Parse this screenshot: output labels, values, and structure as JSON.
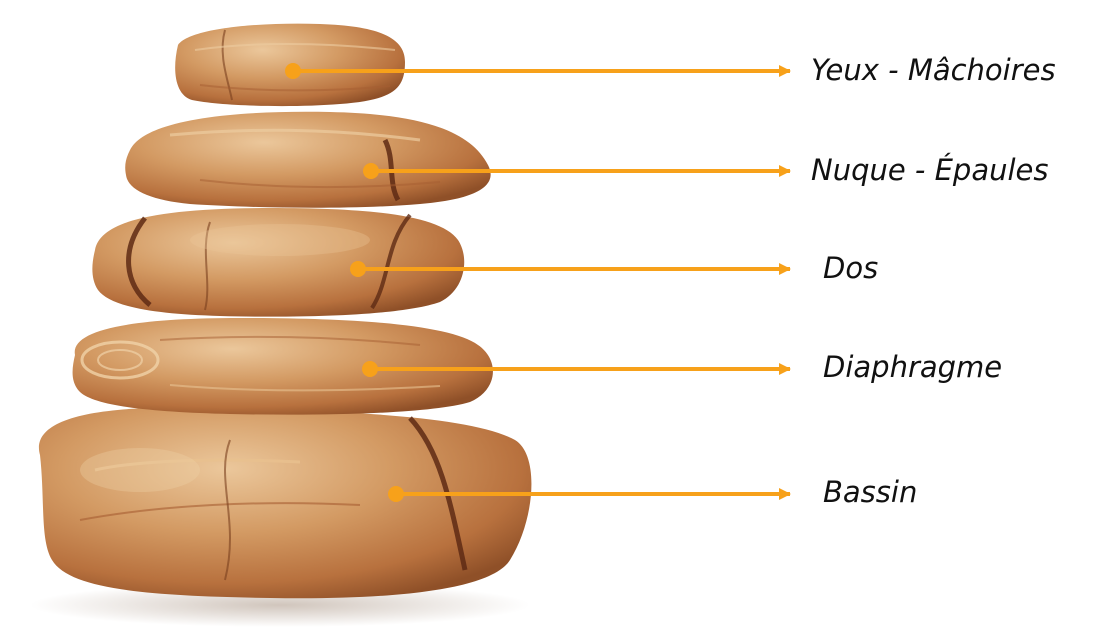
{
  "diagram": {
    "connector_color": "#F7A11A",
    "stone_colors": {
      "base": "#C9864F",
      "light": "#E6B98A",
      "dark": "#8A4A23",
      "vein": "#5E2A14"
    },
    "labels": [
      "Yeux - Mâchoires",
      "Nuque - Épaules",
      "Dos",
      "Diaphragme",
      "Bassin"
    ]
  }
}
